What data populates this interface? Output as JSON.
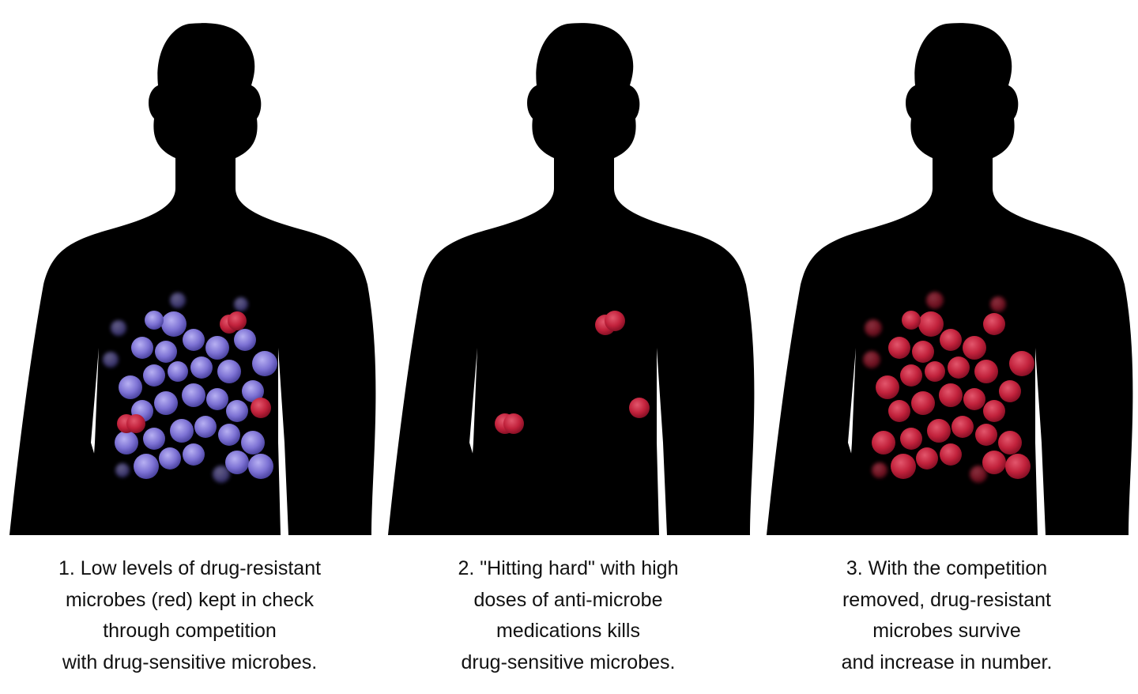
{
  "figure": {
    "title": "Drug-resistant microbe competition illustration",
    "colors": {
      "silhouette": "#000000",
      "sensitive_microbe": "#7f74d6",
      "resistant_microbe": "#c2223c",
      "background": "#ffffff"
    },
    "panels": [
      {
        "step": "1",
        "lines": [
          "1. Low levels of drug-resistant",
          "microbes (red) kept in check",
          "through competition",
          "with drug-sensitive microbes."
        ],
        "microbes": "many purple (drug-sensitive) with 3 red (drug-resistant)"
      },
      {
        "step": "2",
        "lines": [
          "2. \"Hitting hard\" with high",
          "doses of anti-microbe",
          "medications kills",
          "drug-sensitive microbes."
        ],
        "microbes": "3 red (drug-resistant) remaining"
      },
      {
        "step": "3",
        "lines": [
          "3. With the competition",
          "removed, drug-resistant",
          "microbes survive",
          "and increase in number."
        ],
        "microbes": "many red (drug-resistant)"
      }
    ]
  }
}
